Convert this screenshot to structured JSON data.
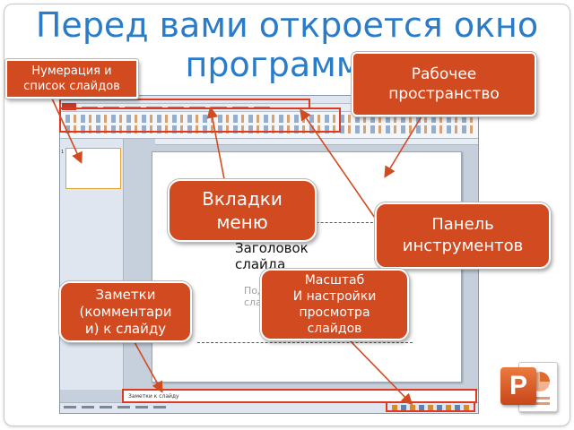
{
  "title": "Перед вами откроется окно программы",
  "callouts": {
    "numbering": "Нумерация и\nсписок слайдов",
    "workspace": "Рабочее\nпространство",
    "tabs": "Вкладки\nменю",
    "toolbar": "Панель\nинструментов",
    "zoom": "Масштаб\nИ настройки\nпросмотра\nслайдов",
    "notes": "Заметки\n(комментари\nи) к слайду"
  },
  "app": {
    "slide_title": "Заголовок слайда",
    "slide_subtitle": "Подзаголовок слайда",
    "thumb_number": "1",
    "notes_placeholder": "Заметки к слайду"
  },
  "colors": {
    "title": "#2a7cc8",
    "callout": "#d24a1f",
    "highlight": "#e0391f"
  },
  "icons": [
    "powerpoint-logo-icon"
  ]
}
